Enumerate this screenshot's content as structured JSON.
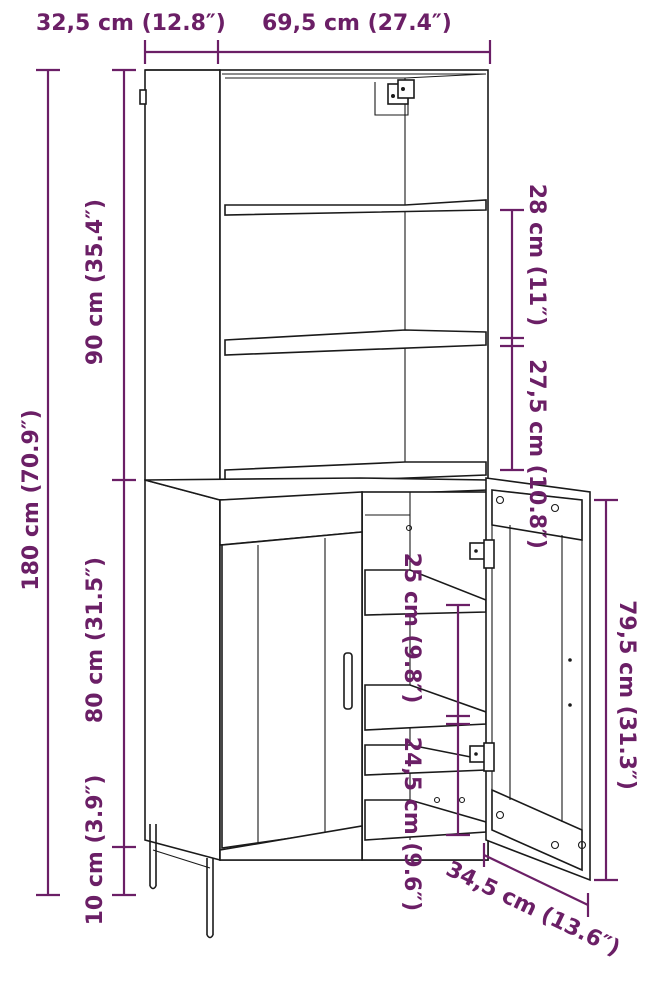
{
  "dimensions": {
    "depth_top": "32,5 cm (12.8″)",
    "width_top": "69,5 cm (27.4″)",
    "total_height": "180 cm (70.9″)",
    "upper_height": "90 cm (35.4″)",
    "lower_height": "80 cm (31.5″)",
    "leg_height": "10 cm (3.9″)",
    "shelf_gap_top": "28 cm (11″)",
    "shelf_gap_middle": "27,5 cm (10.8″)",
    "inner_gap_upper": "25 cm (9.8″)",
    "inner_gap_lower": "24,5 cm (9.6″)",
    "door_height": "79,5 cm (31.3″)",
    "door_width": "34,5 cm (13.6″)"
  },
  "colors": {
    "dimension": "#6b1f66",
    "ink": "#1a1a1a"
  }
}
